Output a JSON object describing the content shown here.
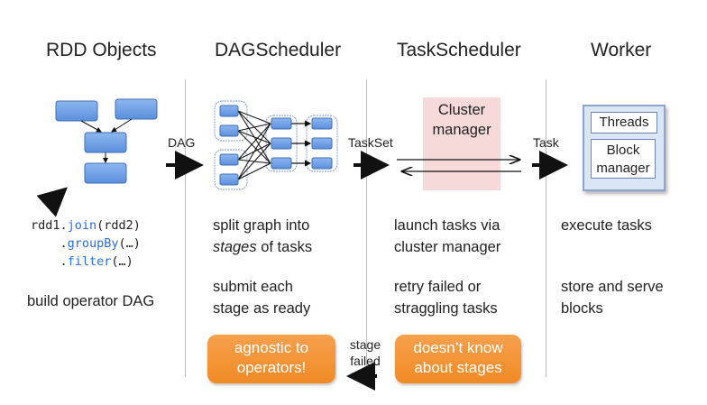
{
  "columns": [
    {
      "title": "RDD Objects",
      "desc": [
        "build operator DAG"
      ]
    },
    {
      "title": "DAGScheduler",
      "desc1": [
        "split graph into",
        "stages",
        " of tasks"
      ],
      "desc2": [
        "submit each",
        "stage as ready"
      ]
    },
    {
      "title": "TaskScheduler",
      "desc1": [
        "launch tasks via",
        "cluster manager"
      ],
      "desc2": [
        "retry failed or",
        "straggling tasks"
      ]
    },
    {
      "title": "Worker",
      "desc1": [
        "execute tasks"
      ],
      "desc2": [
        "store and serve",
        "blocks"
      ]
    }
  ],
  "code": {
    "line1_pre": "rdd1.",
    "line1_fn": "join",
    "line1_post": "(rdd2)",
    "line2_pre": "    .",
    "line2_fn": "groupBy",
    "line2_post": "(…)",
    "line3_pre": "    .",
    "line3_fn": "filter",
    "line3_post": "(…)"
  },
  "arrow_labels": {
    "dag": "DAG",
    "taskset": "TaskSet",
    "task": "Task",
    "stage_failed": [
      "stage",
      "failed"
    ]
  },
  "cluster_manager": [
    "Cluster",
    "manager"
  ],
  "worker": {
    "threads": "Threads",
    "block_manager": [
      "Block",
      "manager"
    ]
  },
  "callouts": {
    "agnostic": [
      "agnostic to",
      "operators!"
    ],
    "doesnt_know": [
      "doesn’t know",
      "about stages"
    ]
  },
  "colors": {
    "box_fill": "#6c9ee4",
    "box_border": "#3f6fb3",
    "orange": "#f08a24",
    "cluster_bg": "#f6d9d9",
    "worker_bg": "#dbe6f4"
  }
}
